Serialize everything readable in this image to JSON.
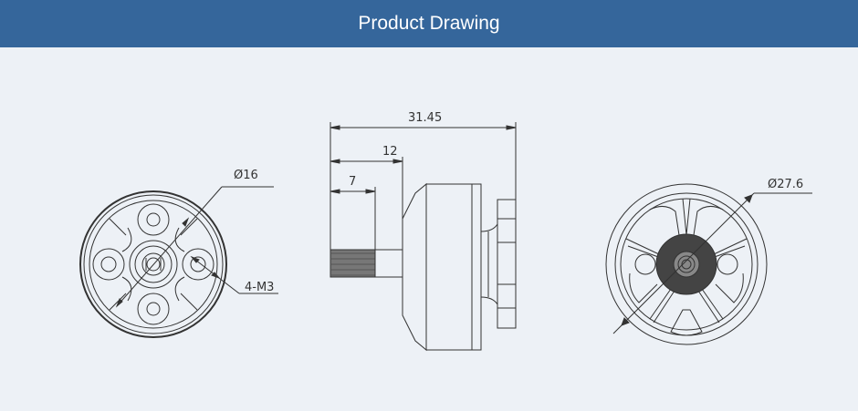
{
  "header": {
    "title": "Product Drawing"
  },
  "dimensions": {
    "front_diameter": "Ø16",
    "mount_holes": "4-M3",
    "overall_length": "31.45",
    "shaft_length": "12",
    "thread_length": "7",
    "bell_diameter": "Ø27.6"
  },
  "colors": {
    "header": "#35669b",
    "background": "#edf1f6",
    "line": "#333333"
  }
}
